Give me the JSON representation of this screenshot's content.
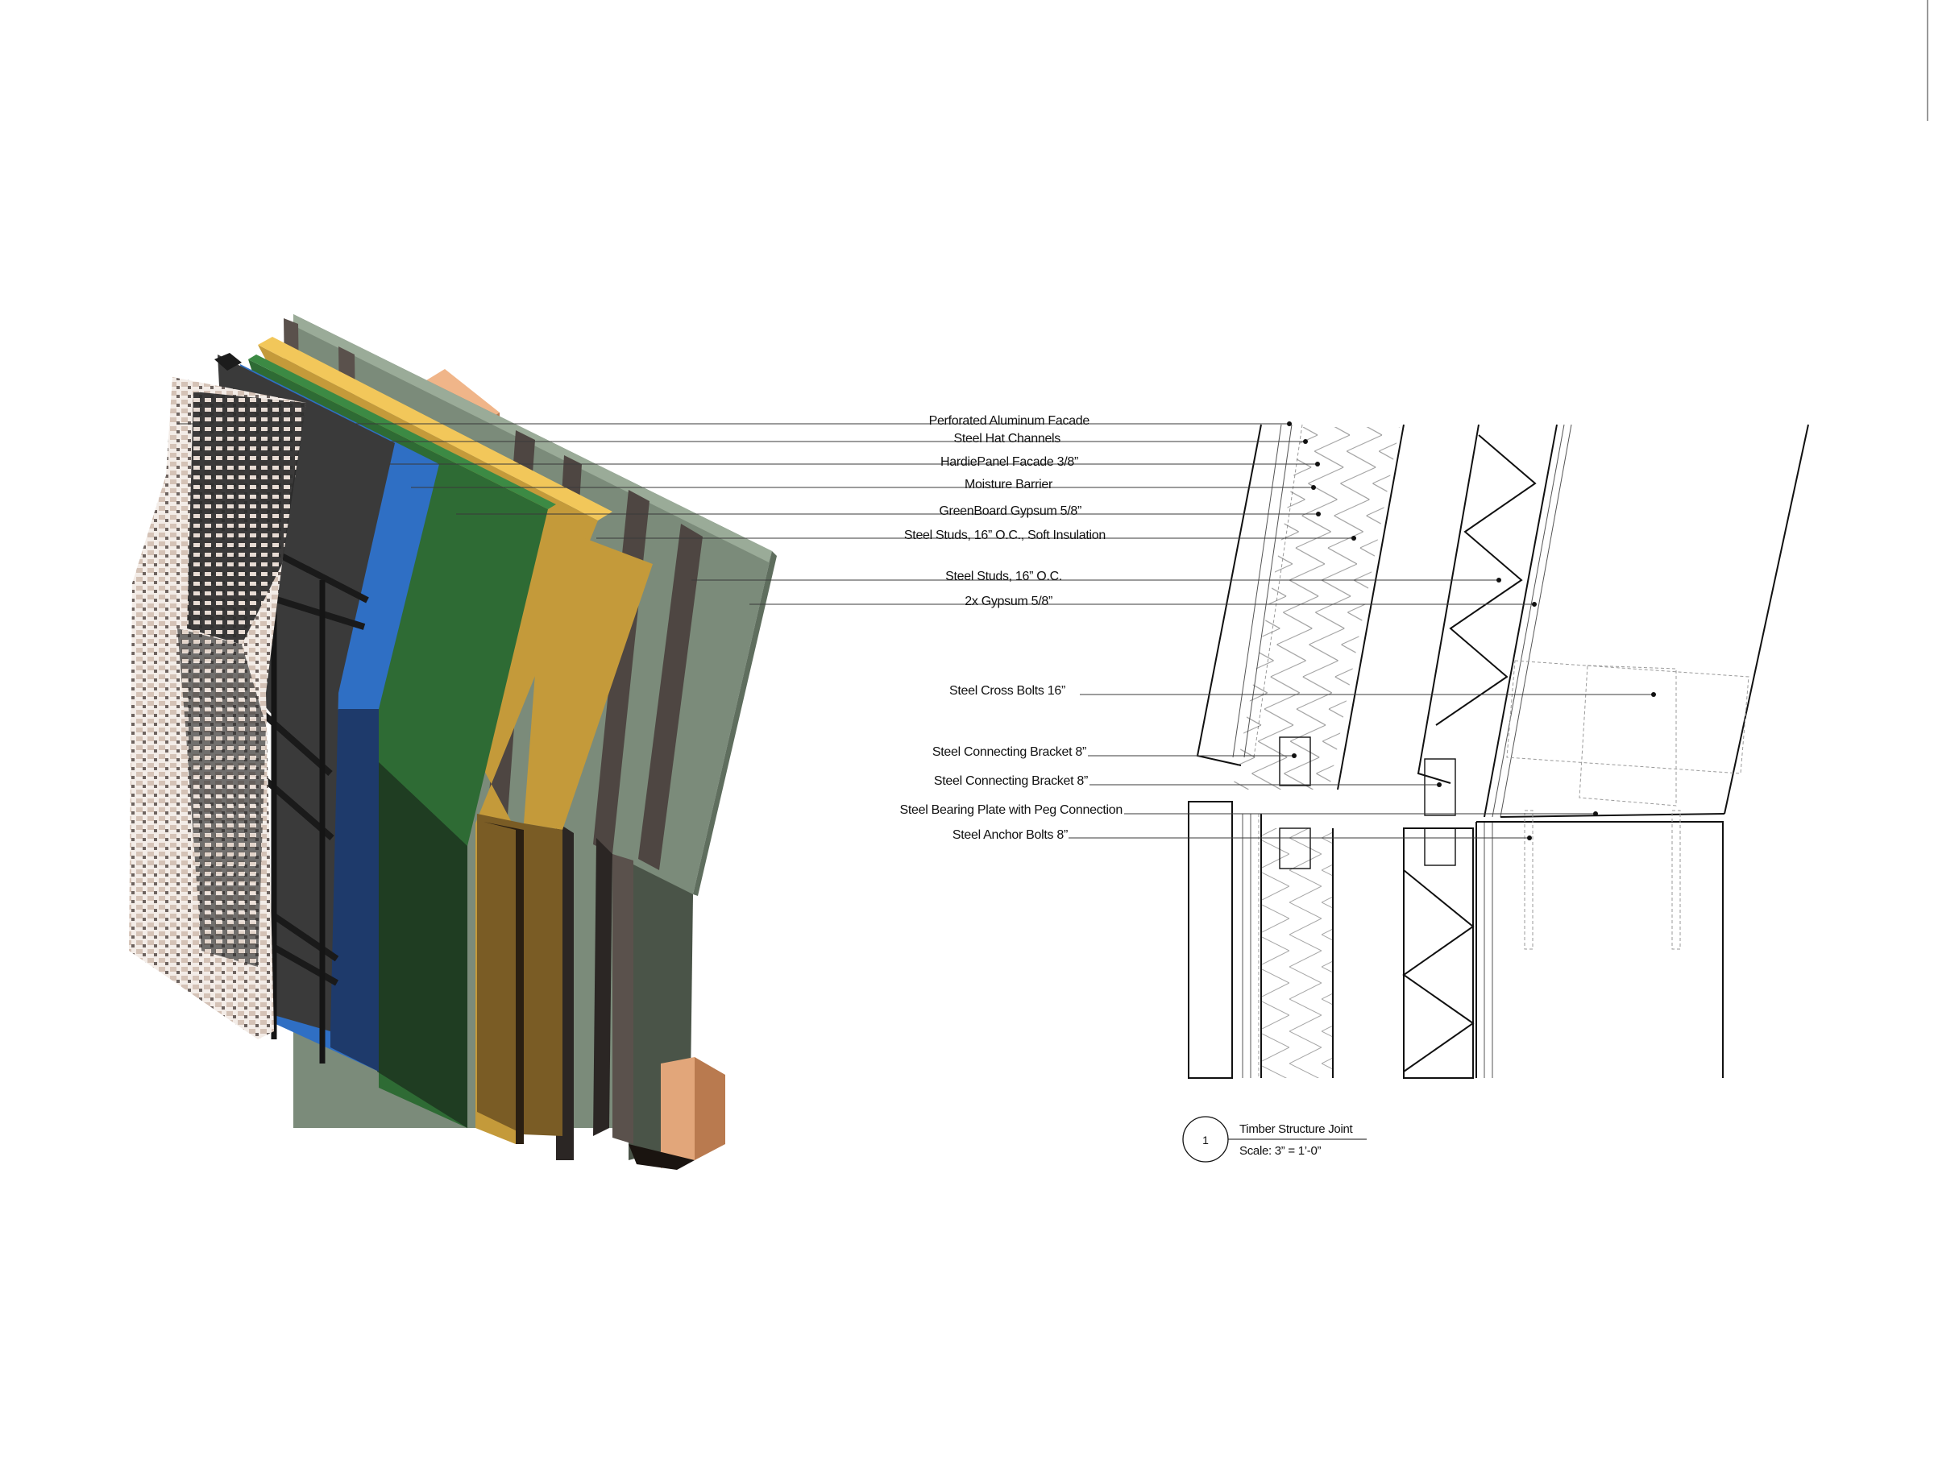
{
  "callouts": [
    "Perforated Aluminum Facade",
    "Steel Hat Channels",
    "HardiePanel Facade 3/8”",
    "Moisture Barrier",
    "GreenBoard Gypsum 5/8”",
    "Steel Studs, 16” O.C., Soft Insulation",
    "Steel Studs, 16” O.C.",
    "2x Gypsum 5/8”",
    "Steel Cross Bolts 16”",
    "Steel Connecting Bracket 8”",
    "Steel Connecting Bracket 8”",
    "Steel Bearing Plate with Peg Connection",
    "Steel Anchor Bolts 8”"
  ],
  "detail_tag": {
    "number": "1",
    "title": "Timber Structure Joint",
    "scale": "Scale: 3” = 1’-0”"
  },
  "colors": {
    "perforated_aluminum": "#d9c9bf",
    "hat_channels": "#2a2a2a",
    "hardie_panel": "#3a3a3a",
    "moisture_barrier": "#2f6fc4",
    "greenboard": "#2e6b34",
    "insulation": "#c49a3a",
    "steel_studs": "#5a514c",
    "gypsum": "#7b8b7a",
    "timber": "#e2a67a"
  }
}
